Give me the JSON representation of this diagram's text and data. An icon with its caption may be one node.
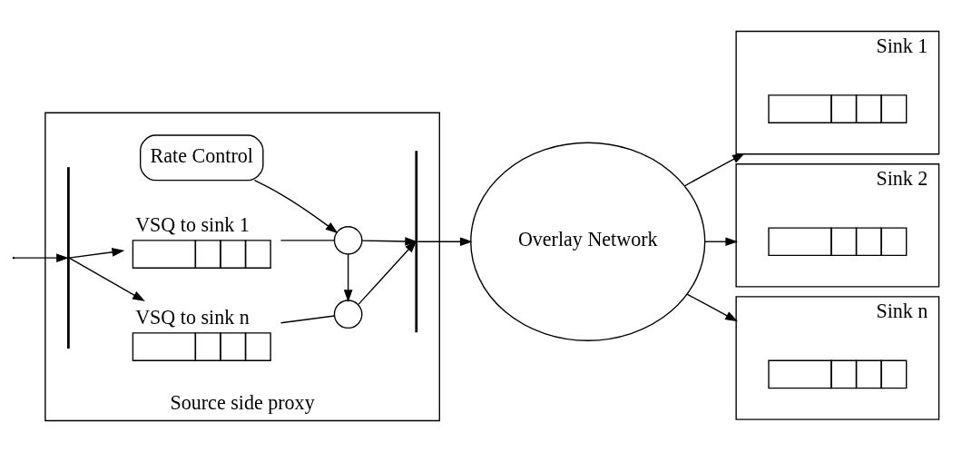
{
  "diagram": {
    "nodes": [
      {
        "text": [
          "Source side proxy"
        ]
      },
      {
        "text": [
          "Rate Control"
        ],
        "in": 0
      },
      {
        "text": [],
        "shape": "bar",
        "in": 0
      },
      {
        "text": [
          "VSQ to sink 1"
        ],
        "in": 0
      },
      {
        "text": [
          "VSQ to sink n"
        ],
        "in": 0
      },
      {
        "text": [],
        "shape": "circle",
        "in": 0
      },
      {
        "text": [],
        "shape": "circle",
        "in": 0
      },
      {
        "text": [],
        "shape": "bar",
        "in": 0
      },
      {
        "text": [
          "Overlay Network"
        ]
      },
      {
        "text": [
          "Sink 1"
        ]
      },
      {
        "text": [],
        "shape": "box",
        "in": 9
      },
      {
        "text": [
          "Sink 2"
        ]
      },
      {
        "text": [],
        "shape": "box",
        "in": 11
      },
      {
        "text": [
          "Sink n"
        ]
      },
      {
        "text": [],
        "shape": "box",
        "in": 13
      }
    ],
    "edges": [
      {
        "from": null,
        "to": 2,
        "arrow": "to"
      },
      {
        "from": 2,
        "to": 3,
        "arrow": "to"
      },
      {
        "from": 2,
        "to": 4,
        "arrow": "to"
      },
      {
        "from": 3,
        "to": 5,
        "arrow": "none"
      },
      {
        "from": 4,
        "to": 6,
        "arrow": "none"
      },
      {
        "from": 1,
        "to": 5,
        "arrow": "to"
      },
      {
        "from": 5,
        "to": 6,
        "arrow": "to"
      },
      {
        "from": 5,
        "to": 7,
        "arrow": "to"
      },
      {
        "from": 6,
        "to": 7,
        "arrow": "to"
      },
      {
        "from": 7,
        "to": 8,
        "arrow": "to"
      },
      {
        "from": 8,
        "to": 9,
        "arrow": "to"
      },
      {
        "from": 8,
        "to": 11,
        "arrow": "to"
      },
      {
        "from": 8,
        "to": 13,
        "arrow": "to"
      }
    ]
  }
}
